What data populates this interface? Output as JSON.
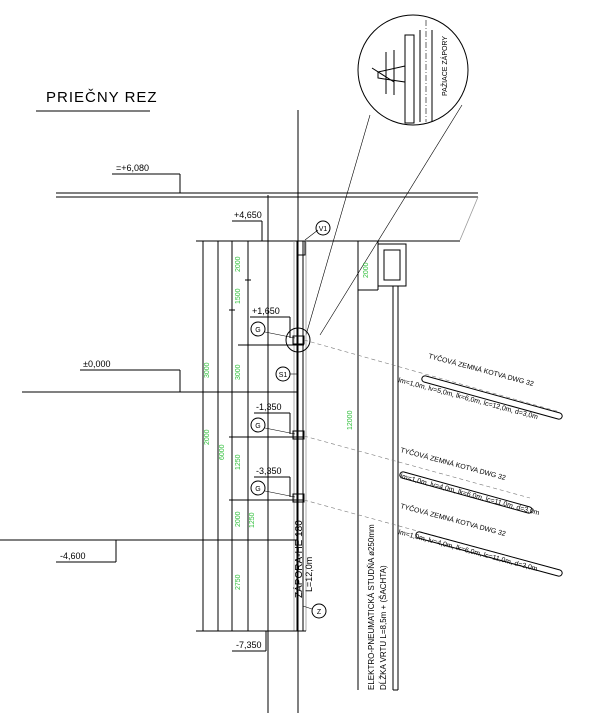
{
  "title": "PRIEČNY REZ",
  "detail_label": "PAŽIACE ZÁPORY",
  "levels": {
    "top": "=+6,080",
    "l1": "+4,650",
    "l2": "+1,650",
    "l3": "±0,000",
    "l4": "-1,350",
    "l5": "-3,350",
    "l6": "-4,600",
    "l7": "-7,350"
  },
  "markers": {
    "v1": "V1",
    "g": "G",
    "s1": "S1",
    "z": "Z"
  },
  "anchors": [
    {
      "title": "TYČOVÁ ZEMNÁ KOTVA DWG 32",
      "params": "lm=1,0m, lv=5,0m, lk=6,0m, lc=12,0m, d=3,0m"
    },
    {
      "title": "TYČOVÁ ZEMNÁ KOTVA DWG 32",
      "params": "lm=1,0m, lv=4,0m, lk=6,0m, lc=11,0m, d=3,0m"
    },
    {
      "title": "TYČOVÁ ZEMNÁ KOTVA DWG 32",
      "params": "lm=1,0m, lv=4,0m, lk=6,0m, lc=11,0m, d=3,0m"
    }
  ],
  "pile_label": {
    "line1": "ZÁPORA-HE 180",
    "line2": "L=12,0m"
  },
  "well_label": {
    "line1": "ELEKTRO-PNEUMATICKÁ STUDŇA ø250mm",
    "line2": "DĹŽKA VRTU L=8,5m + (ŠACHTA)"
  },
  "dims": {
    "d1": "2000",
    "d2": "1500",
    "d3": "3000",
    "d4": "3000",
    "d5": "2000",
    "d6": "1250",
    "d7": "2750",
    "d8": "2000",
    "d9": "6000",
    "d10": "12000",
    "d11": "1250"
  }
}
